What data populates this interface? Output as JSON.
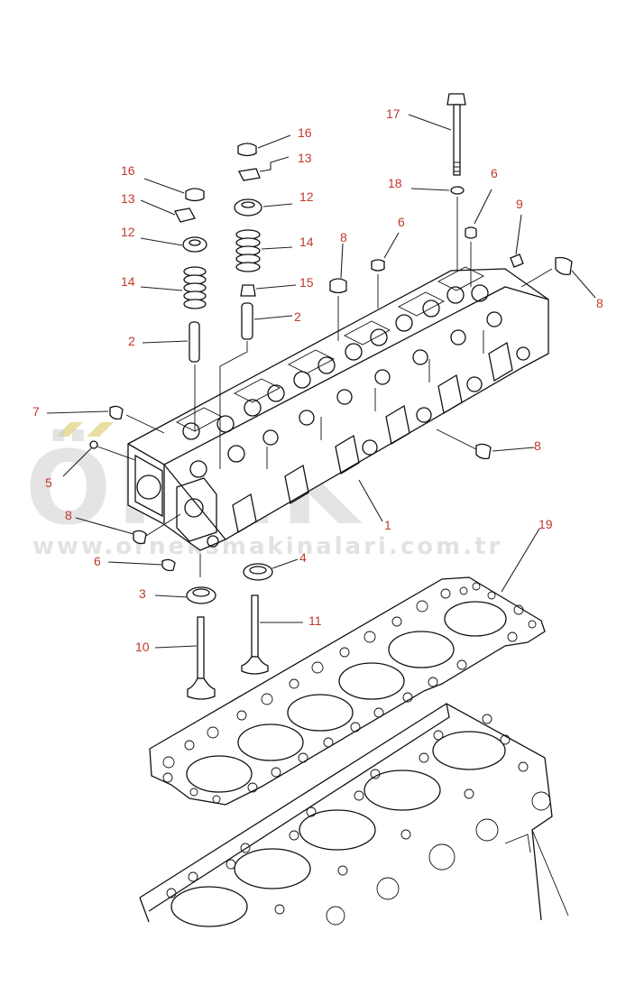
{
  "watermark": {
    "brand": "ÖNEK",
    "url": "www.orneksmakinalari.com.tr",
    "accent_color": "#e8dfa0"
  },
  "callouts": [
    {
      "id": "c17",
      "label": "17"
    },
    {
      "id": "c16a",
      "label": "16"
    },
    {
      "id": "c13a",
      "label": "13"
    },
    {
      "id": "c6a",
      "label": "6"
    },
    {
      "id": "c18",
      "label": "18"
    },
    {
      "id": "c16b",
      "label": "16"
    },
    {
      "id": "c12a",
      "label": "12"
    },
    {
      "id": "c9",
      "label": "9"
    },
    {
      "id": "c13b",
      "label": "13"
    },
    {
      "id": "c6b",
      "label": "6"
    },
    {
      "id": "c8a",
      "label": "8"
    },
    {
      "id": "c12b",
      "label": "12"
    },
    {
      "id": "c14a",
      "label": "14"
    },
    {
      "id": "c14b",
      "label": "14"
    },
    {
      "id": "c15",
      "label": "15"
    },
    {
      "id": "c8b",
      "label": "8"
    },
    {
      "id": "c2a",
      "label": "2"
    },
    {
      "id": "c2b",
      "label": "2"
    },
    {
      "id": "c7",
      "label": "7"
    },
    {
      "id": "c8c",
      "label": "8"
    },
    {
      "id": "c5",
      "label": "5"
    },
    {
      "id": "c8d",
      "label": "8"
    },
    {
      "id": "c1",
      "label": "1"
    },
    {
      "id": "c19",
      "label": "19"
    },
    {
      "id": "c6c",
      "label": "6"
    },
    {
      "id": "c4",
      "label": "4"
    },
    {
      "id": "c3",
      "label": "3"
    },
    {
      "id": "c11",
      "label": "11"
    },
    {
      "id": "c10",
      "label": "10"
    }
  ]
}
